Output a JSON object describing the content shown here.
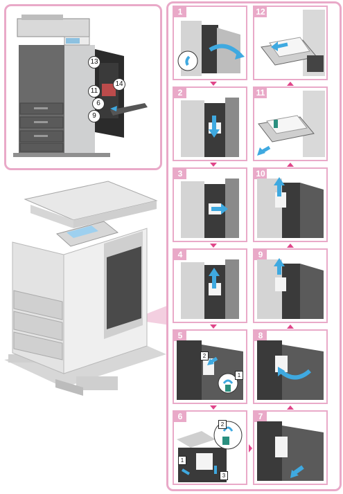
{
  "callouts": {
    "c13": "13",
    "c14": "14",
    "c11": "11",
    "c6": "6",
    "c9": "9"
  },
  "steps": {
    "s1": "1",
    "s2": "2",
    "s3": "3",
    "s4": "4",
    "s5": "5",
    "s6": "6",
    "s7": "7",
    "s8": "8",
    "s9": "9",
    "s10": "10",
    "s11": "11",
    "s12": "12"
  },
  "sub_labels": {
    "s5_a": "2",
    "s5_b": "1",
    "s6_a": "2",
    "s6_b": "1",
    "s6_c": "3"
  },
  "colors": {
    "frame_pink": "#e9a9c8",
    "arrow_pink": "#e0468a",
    "action_blue": "#3fa9e0"
  }
}
